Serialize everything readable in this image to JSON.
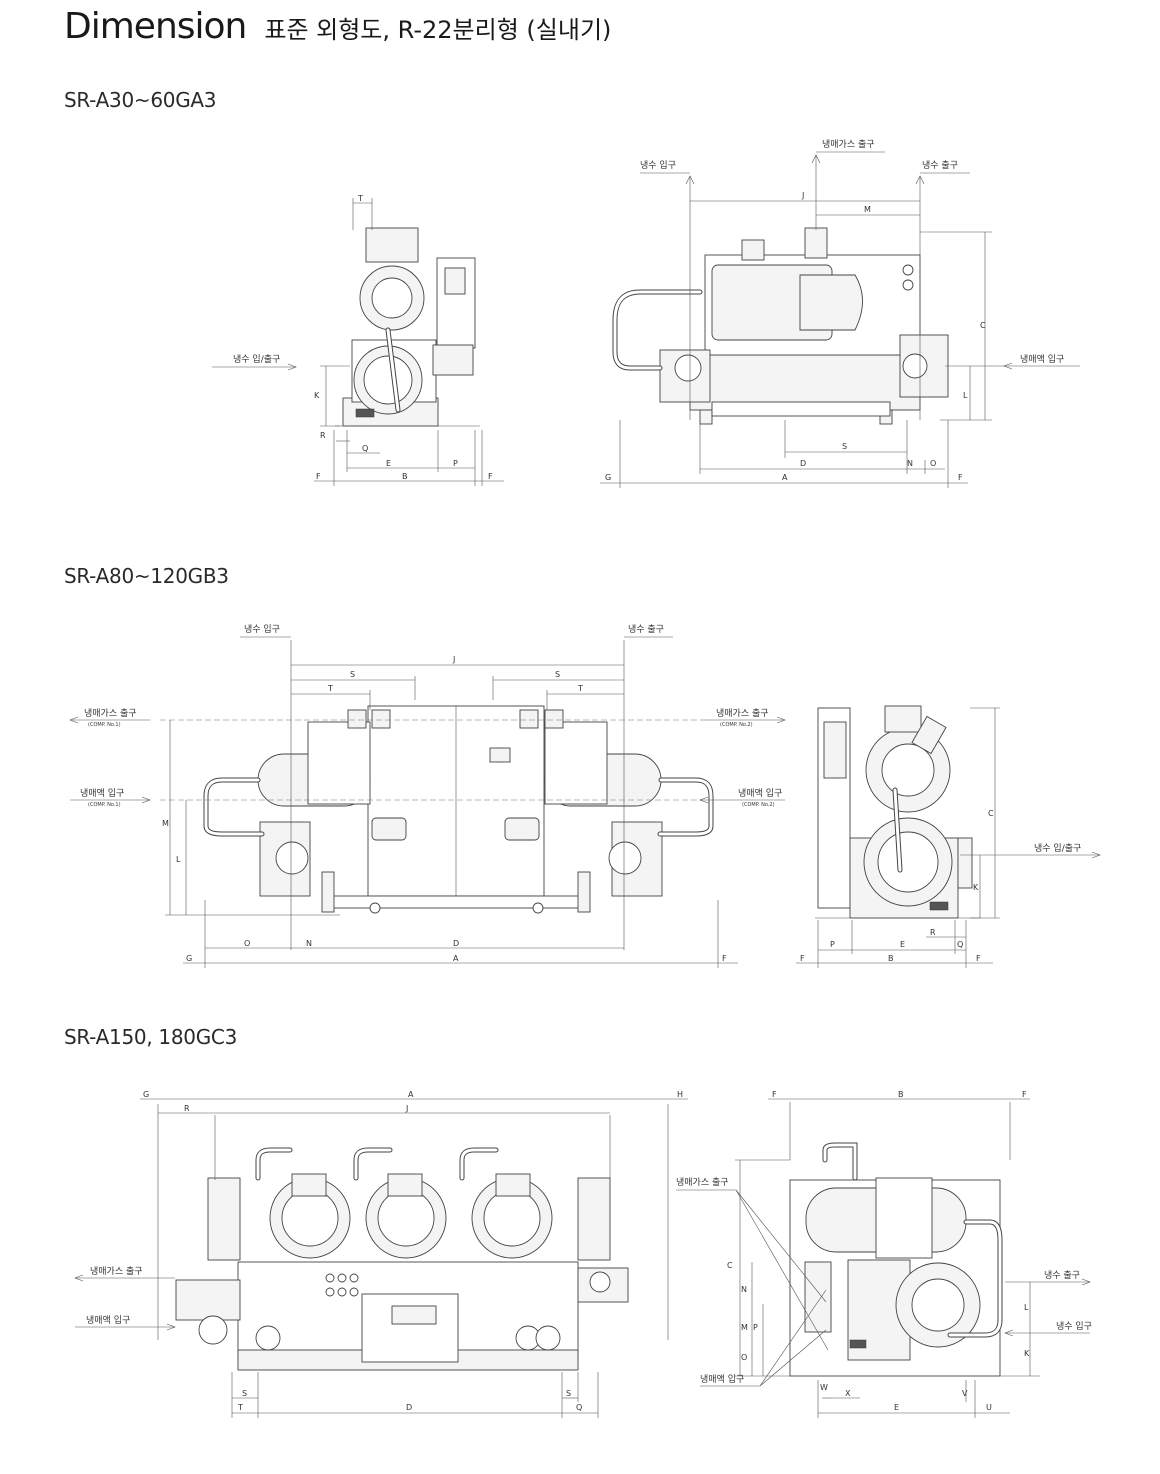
{
  "header": {
    "title_en": "Dimension",
    "title_ko": "표준 외형도, R-22분리형 (실내기)"
  },
  "sections": [
    {
      "model": "SR-A30~60GA3"
    },
    {
      "model": "SR-A80~120GB3"
    },
    {
      "model": "SR-A150, 180GC3"
    }
  ],
  "labels": {
    "water_in": "냉수 입구",
    "water_out": "냉수 출구",
    "gas_out": "냉매가스 출구",
    "liquid_in": "냉매액 입구",
    "water_inout": "냉수 입/출구",
    "comp1": "(COMP. No.1)",
    "comp2": "(COMP. No.2)"
  },
  "dims": {
    "A": "A",
    "B": "B",
    "C": "C",
    "D": "D",
    "E": "E",
    "F": "F",
    "G": "G",
    "H": "H",
    "J": "J",
    "K": "K",
    "L": "L",
    "M": "M",
    "N": "N",
    "O": "O",
    "P": "P",
    "Q": "Q",
    "R": "R",
    "S": "S",
    "T": "T",
    "U": "U",
    "V": "V",
    "W": "W",
    "X": "X"
  }
}
